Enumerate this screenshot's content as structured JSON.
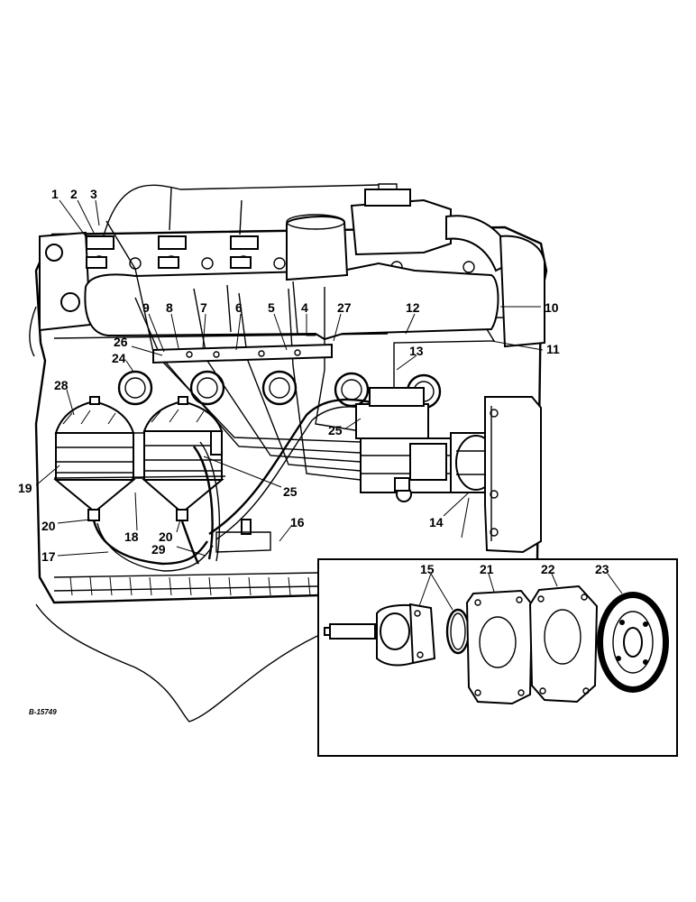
{
  "figure": {
    "reference_code": "B-15749",
    "callouts": [
      {
        "id": "c1",
        "label": "1"
      },
      {
        "id": "c2",
        "label": "2"
      },
      {
        "id": "c3",
        "label": "3"
      },
      {
        "id": "c4",
        "label": "4"
      },
      {
        "id": "c5",
        "label": "5"
      },
      {
        "id": "c6",
        "label": "6"
      },
      {
        "id": "c7",
        "label": "7"
      },
      {
        "id": "c8",
        "label": "8"
      },
      {
        "id": "c9",
        "label": "9"
      },
      {
        "id": "c10",
        "label": "10"
      },
      {
        "id": "c11",
        "label": "11"
      },
      {
        "id": "c12",
        "label": "12"
      },
      {
        "id": "c13",
        "label": "13"
      },
      {
        "id": "c14",
        "label": "14"
      },
      {
        "id": "c15",
        "label": "15"
      },
      {
        "id": "c16",
        "label": "16"
      },
      {
        "id": "c17",
        "label": "17"
      },
      {
        "id": "c18",
        "label": "18"
      },
      {
        "id": "c19",
        "label": "19"
      },
      {
        "id": "c20a",
        "label": "20"
      },
      {
        "id": "c20b",
        "label": "20"
      },
      {
        "id": "c21",
        "label": "21"
      },
      {
        "id": "c22",
        "label": "22"
      },
      {
        "id": "c23",
        "label": "23"
      },
      {
        "id": "c24",
        "label": "24"
      },
      {
        "id": "c25a",
        "label": "25"
      },
      {
        "id": "c25b",
        "label": "25"
      },
      {
        "id": "c26",
        "label": "26"
      },
      {
        "id": "c27",
        "label": "27"
      },
      {
        "id": "c28",
        "label": "28"
      },
      {
        "id": "c29",
        "label": "29"
      }
    ]
  }
}
